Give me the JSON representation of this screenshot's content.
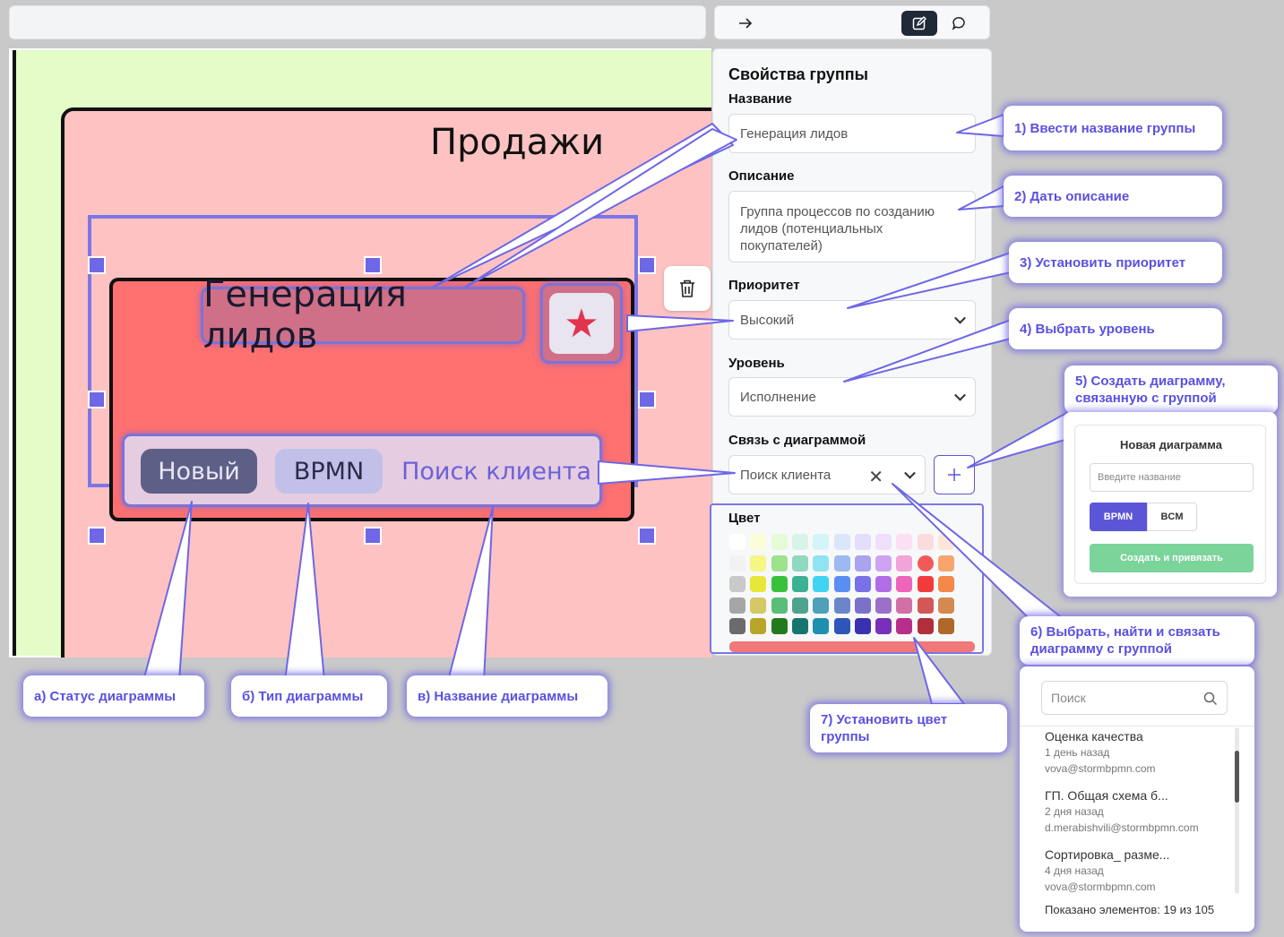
{
  "toolbar": {
    "arrow_icon": "arrow-right-icon",
    "edit_icon": "edit-icon",
    "comments_icon": "comments-icon"
  },
  "canvas": {
    "pool_title": "Продажи",
    "group_title": "Генерация лидов",
    "star_icon": "star-icon",
    "tags": {
      "status": "Новый",
      "type": "BPMN",
      "name": "Поиск клиента"
    },
    "delete_icon": "trash-icon"
  },
  "panel": {
    "heading": "Свойства группы",
    "name_label": "Название",
    "name_value": "Генерация лидов",
    "description_label": "Описание",
    "description_value": "Группа процессов по созданию лидов (потенциальных покупателей)",
    "priority_label": "Приоритет",
    "priority_value": "Высокий",
    "level_label": "Уровень",
    "level_value": "Исполнение",
    "diagram_label": "Связь с диаграммой",
    "diagram_value": "Поиск клиента",
    "color_label": "Цвет",
    "selected_color": "#f07878"
  },
  "palette": [
    [
      "#ffffff",
      "#fbfdd8",
      "#e4fbd6",
      "#d9f3e8",
      "#d3f4f8",
      "#dbe6fb",
      "#e2defb",
      "#efdffb",
      "#fbdff2",
      "#fbdcdc",
      "#fbe6d8"
    ],
    [
      "#f2f2f2",
      "#f6f684",
      "#9ee28e",
      "#8fd9c0",
      "#8fe4f2",
      "#9cb9f2",
      "#a9a3f0",
      "#cfa3f2",
      "#f2a3d9",
      "#f25a5a",
      "#f7a56c"
    ],
    [
      "#c9c9c9",
      "#e7e73a",
      "#39c13c",
      "#3bb293",
      "#3fd5f2",
      "#5a8ef2",
      "#7a70e8",
      "#b06de8",
      "#ee64b8",
      "#f23c3c",
      "#f2884a"
    ],
    [
      "#a6a6a6",
      "#d4c965",
      "#5bbd7a",
      "#4fa38e",
      "#4fa0b8",
      "#6a86c8",
      "#7c71c8",
      "#9c6fc8",
      "#d070a6",
      "#d25858",
      "#d4894e"
    ],
    [
      "#6b6b6b",
      "#b8a52a",
      "#237a1e",
      "#17756f",
      "#1f8fb0",
      "#2f55b8",
      "#3b30b0",
      "#7a2fb8",
      "#b82f8a",
      "#b02f3b",
      "#b0672a"
    ]
  ],
  "callouts": {
    "c1": "1) Ввести название группы",
    "c2": "2) Дать описание",
    "c3": "3) Установить приоритет",
    "c4": "4) Выбрать уровень",
    "c5": "5) Создать диаграмму, связанную с группой",
    "c6": "6) Выбрать, найти и связать диаграмму с группой",
    "c7": "7) Установить цвет группы",
    "ca": "а) Статус диаграммы",
    "cb": "б) Тип диаграммы",
    "cc": "в) Название диаграммы"
  },
  "new_diagram": {
    "title": "Новая диаграмма",
    "input_placeholder": "Введите название",
    "type_bpmn": "BPMN",
    "type_bcm": "BCM",
    "submit": "Создать и привязать"
  },
  "dropdown": {
    "search_placeholder": "Поиск",
    "items": [
      {
        "title": "Оценка качества",
        "time": "1 день назад",
        "author": "vova@stormbpmn.com"
      },
      {
        "title": "ГП. Общая схема б...",
        "time": "2 дня назад",
        "author": "d.merabishvili@stormbpmn.com"
      },
      {
        "title": "Сортировка_ разме...",
        "time": "4 дня назад",
        "author": "vova@stormbpmn.com"
      }
    ],
    "footer": "Показано элементов: 19 из 105"
  }
}
